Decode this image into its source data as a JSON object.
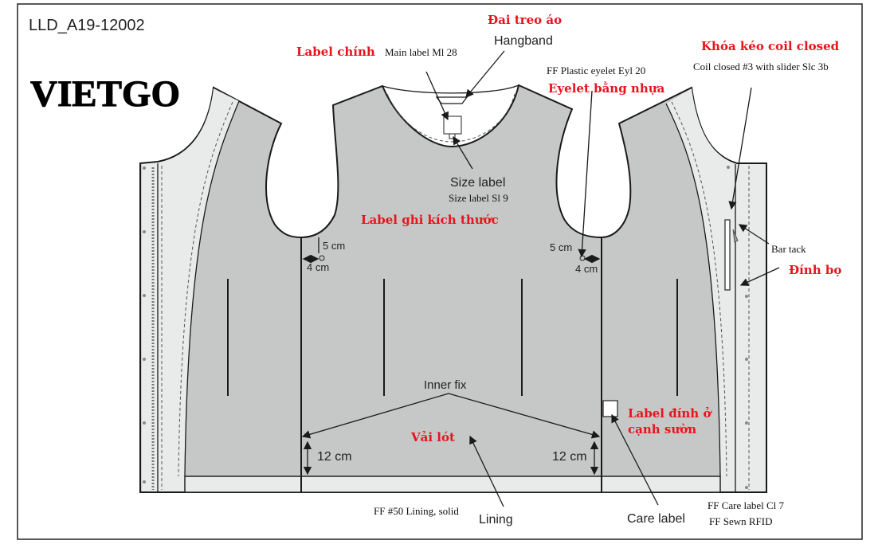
{
  "doc_code": "LLD_A19-12002",
  "logo": "VIETGO",
  "colors": {
    "annotation_red": "#e8141c",
    "fabric_dark": "#c6c8c7",
    "fabric_light": "#e9ebeb"
  },
  "annotations": {
    "hangband_vi": "Đai treo áo",
    "hangband_en": "Hangband",
    "main_label_vi": "Label chính",
    "main_label_en": "Main label Ml 28",
    "eyelet_en": "FF Plastic eyelet Eyl 20",
    "eyelet_vi": "Eyelet bằng nhựa",
    "zipper_vi": "Khóa kéo coil closed",
    "zipper_en": "Coil closed #3 with slider Slc 3b",
    "size_label_title": "Size label",
    "size_label_en": "Size label Sl 9",
    "size_label_vi": "Label ghi kích thước",
    "bar_tack_en": "Bar tack",
    "bar_tack_vi": "Đính bọ",
    "inner_fix": "Inner fix",
    "side_label_vi_1": "Label đính ở",
    "side_label_vi_2": "cạnh sườn",
    "lining_vi": "Vải lót",
    "lining_en_code": "FF #50 Lining, solid",
    "lining_en": "Lining",
    "care_label": "Care label",
    "care_label_code": "FF Care label Cl 7",
    "rfid_code": "FF Sewn RFID"
  },
  "measurements": {
    "left_eyelet_vertical": "5 cm",
    "left_eyelet_horizontal": "4 cm",
    "right_eyelet_vertical": "5 cm",
    "right_eyelet_horizontal": "4 cm",
    "left_inner_fix_height": "12 cm",
    "right_inner_fix_height": "12 cm"
  }
}
